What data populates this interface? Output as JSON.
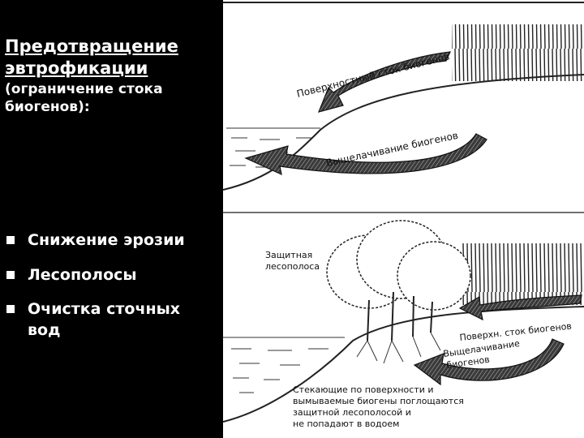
{
  "heading": {
    "line_big": "Предотвращение эвтрофикации",
    "line_small": "(ограничение стока биогенов):"
  },
  "bullets": [
    {
      "label": "Снижение эрозии"
    },
    {
      "label": "Лесополосы"
    },
    {
      "label": "Очистка сточных вод"
    }
  ],
  "diagram": {
    "top_arrow_upper": "Поверхностный сток биогенов",
    "top_arrow_lower": "Выщелачивание биогенов",
    "belt_label_1": "Защитная",
    "belt_label_2": "лесополоса",
    "bottom_arrow_upper": "Поверхн. сток биогенов",
    "bottom_arrow_lower_1": "Выщелачивание",
    "bottom_arrow_lower_2": "биогенов",
    "caption_1": "Стекающие по поверхности и",
    "caption_2": "вымываемые биогены поглощаются",
    "caption_3": "защитной лесополосой и",
    "caption_4": "не попадают в водоем"
  },
  "colors": {
    "left_bg": "#000000",
    "left_text": "#ffffff",
    "panel_bg": "#ffffff",
    "ink": "#1a1a1a"
  }
}
